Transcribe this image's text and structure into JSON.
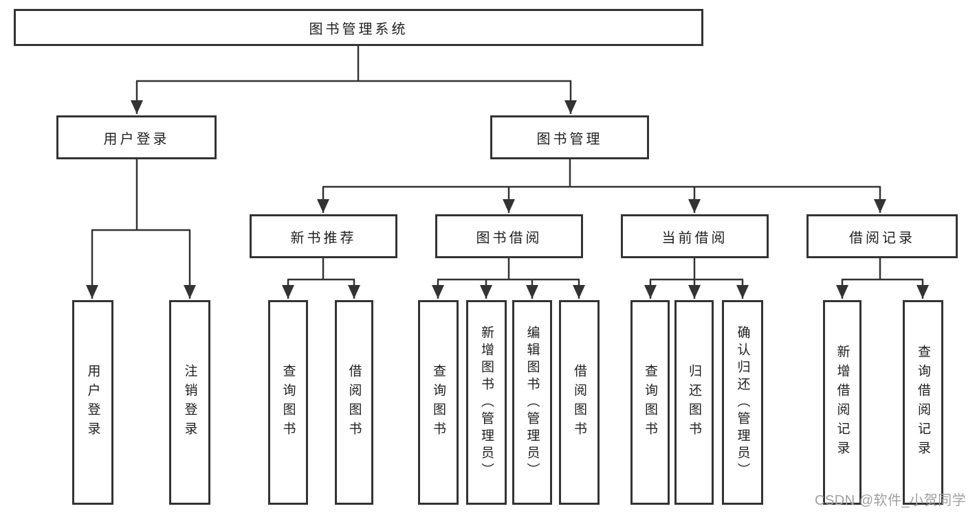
{
  "colors": {
    "line": "#333333",
    "box_border": "#333333",
    "text": "#1f1f1f",
    "watermark": "#9f9f9f"
  },
  "tree": {
    "root": "图书管理系统",
    "branches": [
      {
        "label": "用户登录",
        "children": [
          "用户登录",
          "注销登录"
        ]
      },
      {
        "label": "图书管理",
        "children": [
          {
            "label": "新书推荐",
            "children": [
              "查询图书",
              "借阅图书"
            ]
          },
          {
            "label": "图书借阅",
            "children": [
              "查询图书",
              "新增图书（管理员）",
              "编辑图书（管理员）",
              "借阅图书"
            ]
          },
          {
            "label": "当前借阅",
            "children": [
              "查询图书",
              "归还图书",
              "确认归还（管理员）"
            ]
          },
          {
            "label": "借阅记录",
            "children": [
              "新增借阅记录",
              "查询借阅记录"
            ]
          }
        ]
      }
    ]
  },
  "watermark": "CSDN @软件_小贺同学"
}
